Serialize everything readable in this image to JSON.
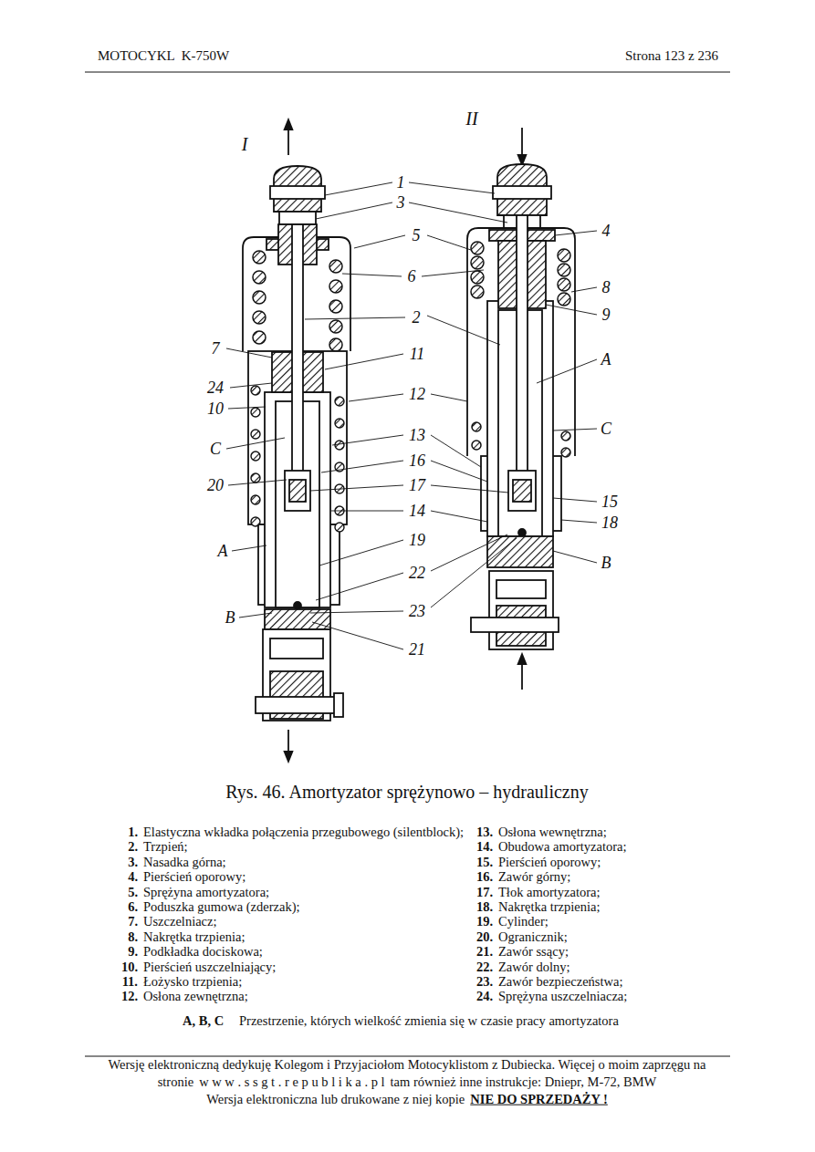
{
  "diagram": {
    "caption": "Rys. 46. Amortyzator sprężynowo – hydrauliczny",
    "labels": [
      "MOTOCYKL  K-750W",
      "Strona 123 z 236",
      "I",
      "II",
      "1",
      "3",
      "5",
      "6",
      "2",
      "11",
      "12",
      "13",
      "16",
      "17",
      "14",
      "19",
      "22",
      "23",
      "21",
      "7",
      "24",
      "10",
      "C",
      "20",
      "A",
      "B",
      "4",
      "8",
      "9",
      "A",
      "C",
      "15",
      "18",
      "B",
      "1.",
      "Elastyczna wkładka połączenia przegubowego (silentblock);",
      "13.",
      "Osłona wewnętrzna;",
      "2.",
      "Trzpień;",
      "14.",
      "Obudowa amortyzatora;",
      "3.",
      "Nasadka górna;",
      "15.",
      "Pierścień oporowy;",
      "4.",
      "Pierścień oporowy;",
      "16.",
      "Zawór górny;",
      "5.",
      "Sprężyna amortyzatora;",
      "17.",
      "Tłok amortyzatora;",
      "6.",
      "Poduszka gumowa (zderzak);",
      "18.",
      "Nakrętka trzpienia;",
      "7.",
      "Uszczelniacz;",
      "19.",
      "Cylinder;",
      "8.",
      "Nakrętka trzpienia;",
      "20.",
      "Ogranicznik;",
      "9.",
      "Podkładka dociskowa;",
      "21.",
      "Zawór ssący;",
      "10.",
      "Pierścień uszczelniający;",
      "22.",
      "Zawór dolny;",
      "11.",
      "Łożysko trzpienia;",
      "23.",
      "Zawór bezpieczeństwa;",
      "12.",
      "Osłona zewnętrzna;",
      "24.",
      "Sprężyna uszczelniacza;",
      "A, B, C",
      "Przestrzenie, których wielkość zmienia się w czasie pracy amortyzatora",
      "Wersję elektroniczną dedykuję Kolegom i Przyjaciołom Motocyklistom z Dubiecka. Więcej o moim zaprzęgu na",
      "stronie",
      "w w w . s s g t . r e p u b l i k a . p l",
      "tam również inne instrukcje: Dniepr, M-72, BMW",
      "Wersja elektroniczna lub drukowane z niej kopie",
      "NIE DO SPRZEDAŻY !"
    ]
  }
}
